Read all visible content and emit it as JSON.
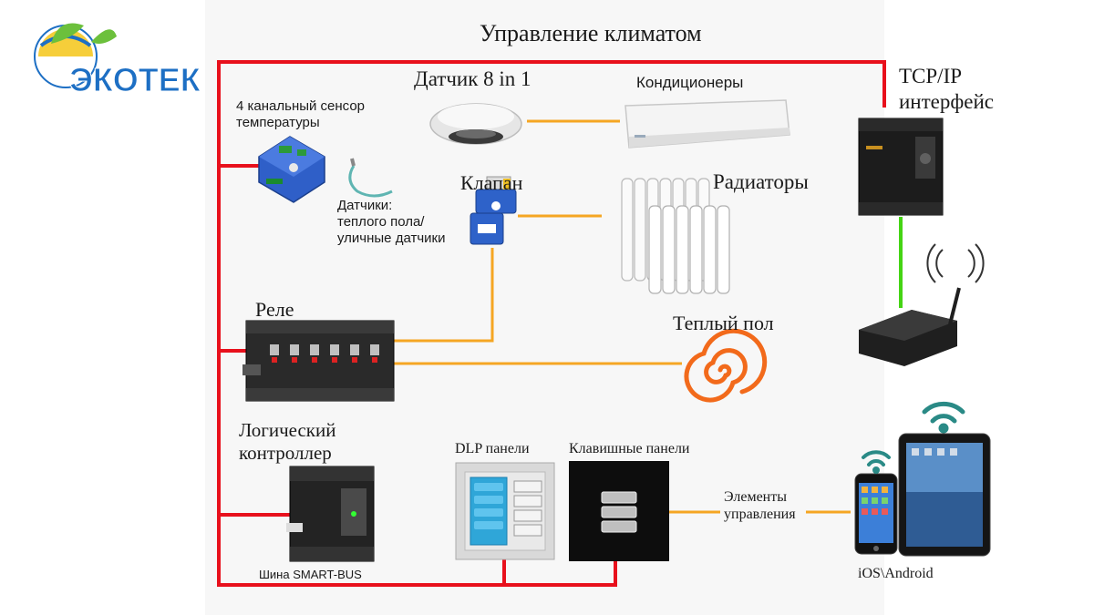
{
  "logo": {
    "text": "ЭКОТЕК"
  },
  "title": "Управление климатом",
  "labels": {
    "sensor8": "Датчик 8 in 1",
    "conditioners": "Кондиционеры",
    "tcpip": "TCP/IP\nинтерфейс",
    "temp_sensor": "4 канальный сенсор\nтемпературы",
    "sensors": "Датчики:\nтеплого пола/\nуличные датчики",
    "valve": "Клапан",
    "radiators": "Радиаторы",
    "relay": "Реле",
    "floor": "Теплый пол",
    "logic": "Логический\nконтроллер",
    "dlp": "DLP панели",
    "key_panels": "Клавишные панели",
    "controls": "Элементы\nуправления",
    "bus": "Шина SMART-BUS",
    "ios": "iOS\\Android"
  },
  "colors": {
    "bus_line": "#e8101c",
    "signal_line": "#f5a623",
    "network_line": "#44d414",
    "logo_blue": "#1d6fc4",
    "logo_green": "#6cc03c",
    "spiral": "#f26a1b"
  }
}
